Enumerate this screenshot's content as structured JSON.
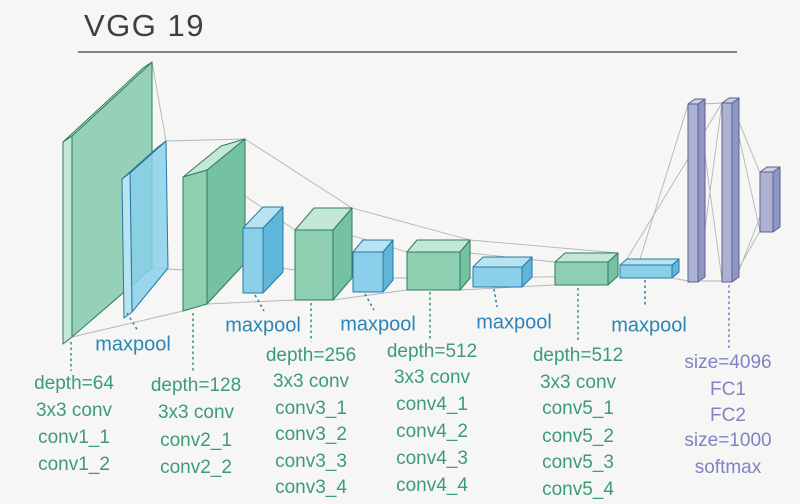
{
  "title": "VGG 19",
  "colors": {
    "bg": "#f6f6f4",
    "title_color": "#3f3f3f",
    "rule": "#5f5f5f",
    "label_green": "#3d9b78",
    "label_blue": "#2b85b8",
    "label_purple": "#8084c4",
    "conv_front": "#8ecfb2",
    "conv_top": "#c4e8d6",
    "conv_side": "#74c2a2",
    "conv_stroke": "#2f7a5f",
    "pool_front": "#8ad0ea",
    "pool_top": "#b8e4f2",
    "pool_side": "#5fb6d8",
    "pool_stroke": "#2878a2",
    "fc_front": "#aeb2d2",
    "fc_top": "#cbcee2",
    "fc_side": "#9096c2",
    "fc_stroke": "#596090",
    "connector": "#b4b4bc"
  },
  "labels": {
    "maxpool": [
      "maxpool",
      "maxpool",
      "maxpool",
      "maxpool",
      "maxpool"
    ],
    "columns": [
      {
        "lines": [
          "depth=64",
          "3x3 conv",
          "conv1_1",
          "conv1_2"
        ]
      },
      {
        "lines": [
          "depth=128",
          "3x3 conv",
          "conv2_1",
          "conv2_2"
        ]
      },
      {
        "lines": [
          "depth=256",
          "3x3 conv",
          "conv3_1",
          "conv3_2",
          "conv3_3",
          "conv3_4"
        ]
      },
      {
        "lines": [
          "depth=512",
          "3x3 conv",
          "conv4_1",
          "conv4_2",
          "conv4_3",
          "conv4_4"
        ]
      },
      {
        "lines": [
          "depth=512",
          "3x3 conv",
          "conv5_1",
          "conv5_2",
          "conv5_3",
          "conv5_4"
        ]
      }
    ],
    "fc": [
      "size=4096",
      "FC1",
      "FC2",
      "size=1000",
      "softmax"
    ]
  }
}
